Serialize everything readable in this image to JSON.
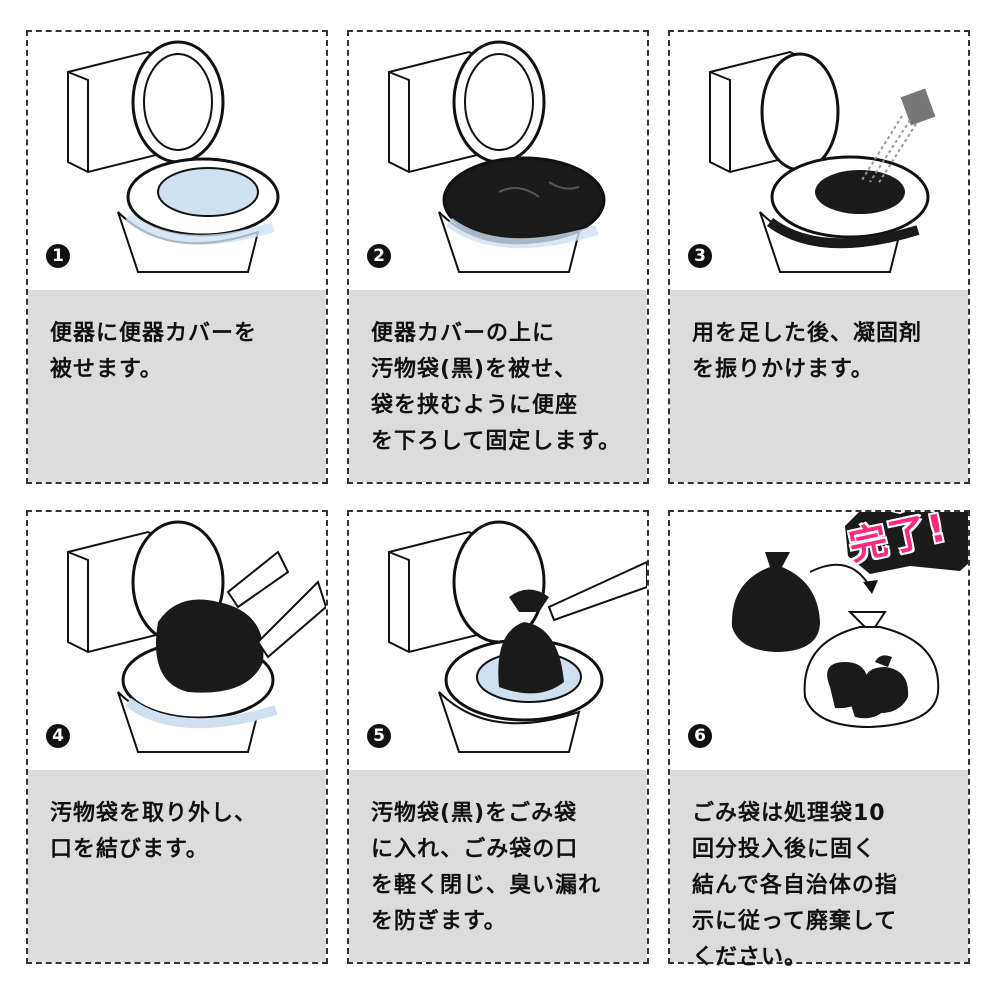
{
  "steps": [
    {
      "number": "1",
      "text": "便器に便器カバーを\n被せます。"
    },
    {
      "number": "2",
      "text": "便器カバーの上に\n汚物袋(黒)を被せ、\n袋を挟むように便座\nを下ろして固定します。"
    },
    {
      "number": "3",
      "text": "用を足した後、凝固剤\nを振りかけます。"
    },
    {
      "number": "4",
      "text": "汚物袋を取り外し、\n口を結びます。"
    },
    {
      "number": "5",
      "text": "汚物袋(黒)をごみ袋\nに入れ、ごみ袋の口\nを軽く閉じ、臭い漏れ\nを防ぎます。"
    },
    {
      "number": "6",
      "text": "ごみ袋は処理袋10\n回分投入後に固く\n結んで各自治体の指\n示に従って廃棄して\nください。"
    }
  ],
  "completion_badge": "完了!",
  "colors": {
    "text_bg": "#dcdcdc",
    "cover": "#cfe0f0",
    "bag": "#1a1a1a",
    "badge": "#ff2a7f"
  },
  "icons": [
    "toilet-icon",
    "toilet-cover-icon",
    "black-bag-icon",
    "coagulant-packet-icon",
    "hands-icon",
    "garbage-bag-icon"
  ]
}
